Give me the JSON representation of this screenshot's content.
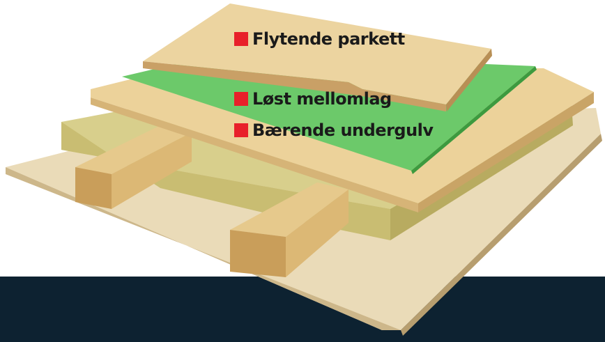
{
  "labels": [
    {
      "text": "Flytende parkett"
    },
    {
      "text": "Løst mellomlag"
    },
    {
      "text": "Bærende undergulv"
    }
  ],
  "colors": {
    "marker": "#e8202a",
    "band": "#0d2231",
    "membrane": "#6cc96a",
    "insulation": "#d8cf8c",
    "wood": "#ecd29a"
  }
}
